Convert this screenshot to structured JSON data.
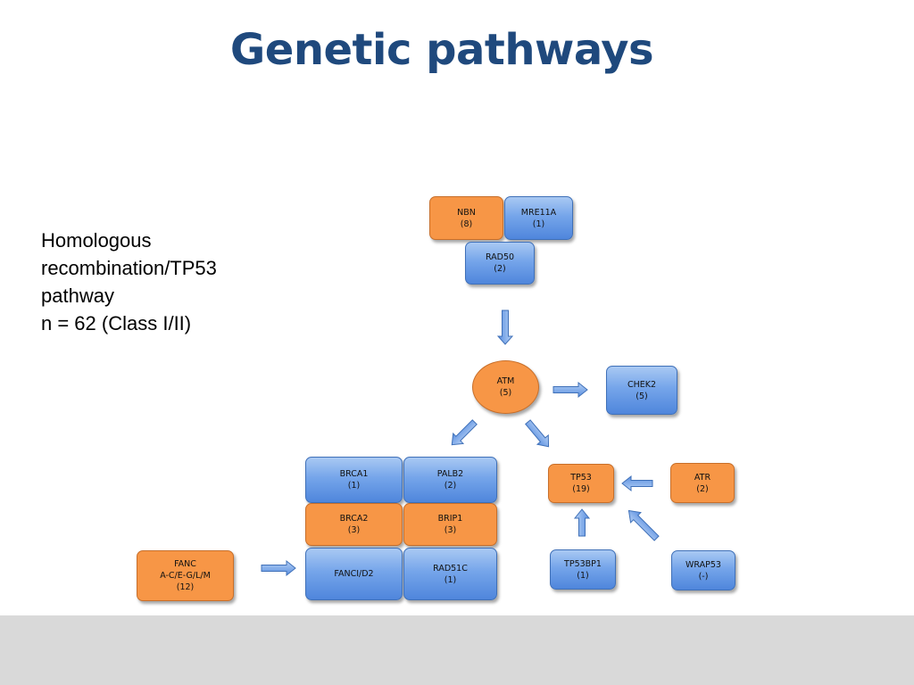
{
  "title": "Genetic pathways",
  "description": {
    "lines": [
      "Homologous",
      "recombination/TP53",
      "pathway",
      "n = 62 (Class I/II)"
    ]
  },
  "colors": {
    "title": "#1f497d",
    "blue_node": "#4f86dc",
    "orange_node": "#f79646",
    "footer": "#d9d9d9"
  },
  "nodes": {
    "nbn": {
      "name": "NBN",
      "count": "(8)"
    },
    "mre11a": {
      "name": "MRE11A",
      "count": "(1)"
    },
    "rad50": {
      "name": "RAD50",
      "count": "(2)"
    },
    "atm": {
      "name": "ATM",
      "count": "(5)"
    },
    "chek2": {
      "name": "CHEK2",
      "count": "(5)"
    },
    "brca1": {
      "name": "BRCA1",
      "count": "(1)"
    },
    "palb2": {
      "name": "PALB2",
      "count": "(2)"
    },
    "brca2": {
      "name": "BRCA2",
      "count": "(3)"
    },
    "brip1": {
      "name": "BRIP1",
      "count": "(3)"
    },
    "fanci": {
      "name": "FANCI/D2"
    },
    "rad51c": {
      "name": "RAD51C",
      "count": "(1)"
    },
    "fanc": {
      "name": "FANC",
      "name2": "A-C/E-G/L/M",
      "count": "(12)"
    },
    "tp53": {
      "name": "TP53",
      "count": "(19)"
    },
    "atr": {
      "name": "ATR",
      "count": "(2)"
    },
    "tp53bp1": {
      "name": "TP53BP1",
      "count": "(1)"
    },
    "wrap53": {
      "name": "WRAP53",
      "count": "(-)"
    }
  }
}
